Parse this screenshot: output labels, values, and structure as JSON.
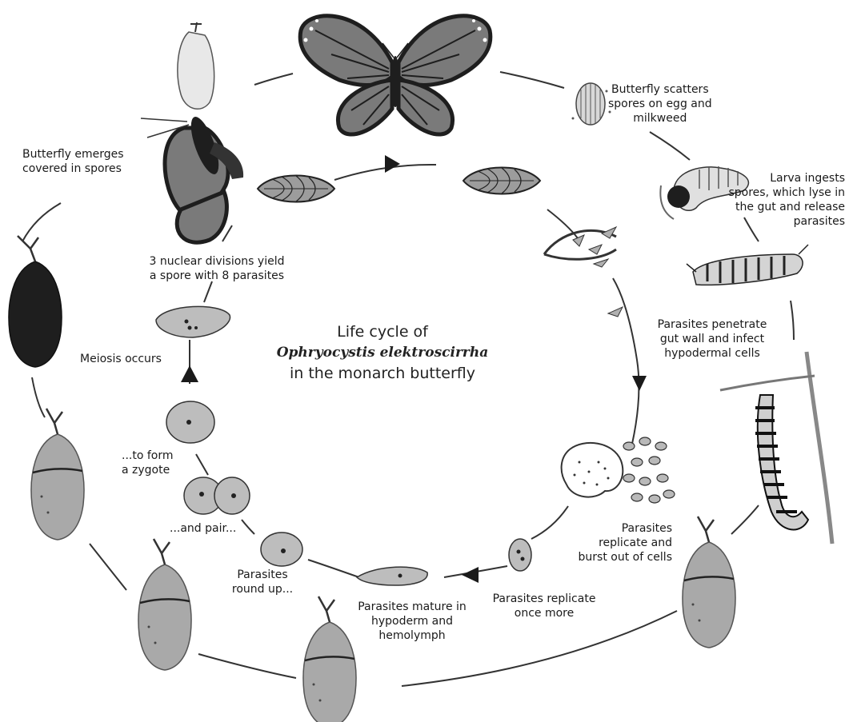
{
  "title": {
    "line1": "Life cycle of",
    "line2": "Ophryocystis elektroscirrha",
    "line3": "in the monarch butterfly"
  },
  "labels": {
    "butterfly_scatters": [
      "Butterfly scatters",
      "spores on egg and",
      "milkweed"
    ],
    "larva_ingests": [
      "Larva ingests",
      "spores, which lyse in",
      "the gut and release",
      "parasites"
    ],
    "parasites_penetrate": [
      "Parasites penetrate",
      "gut wall and infect",
      "hypodermal cells"
    ],
    "parasites_replicate_burst": [
      "Parasites",
      "replicate and",
      "burst out of cells"
    ],
    "parasites_replicate_once": [
      "Parasites replicate",
      "once more"
    ],
    "parasites_mature": [
      "Parasites mature in",
      "hypoderm and",
      "hemolymph"
    ],
    "parasites_round_up": [
      "Parasites",
      "round up..."
    ],
    "and_pair": "...and pair...",
    "to_form_zygote": [
      "...to form",
      "a zygote"
    ],
    "meiosis": "Meiosis occurs",
    "nuclear_divisions": [
      "3 nuclear divisions yield",
      "a spore with 8 parasites"
    ],
    "butterfly_emerges": [
      "Butterfly emerges",
      "covered in spores"
    ]
  },
  "colors": {
    "line": "#333333",
    "wing": "#7a7a7a",
    "wing_dark": "#1e1e1e",
    "chrysalis": "#a9a9a9",
    "cell": "#bdbdbd",
    "spore": "#9c9c9c"
  }
}
